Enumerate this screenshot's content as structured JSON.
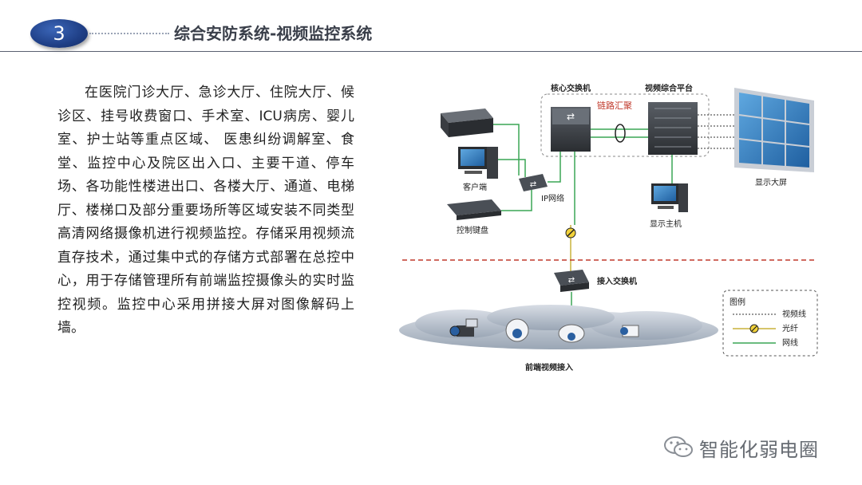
{
  "header": {
    "number": "3",
    "title": "综合安防系统-视频监控系统"
  },
  "body_text": "在医院门诊大厅、急诊大厅、住院大厅、候诊区、挂号收费窗口、手术室、ICU病房、婴儿室、护士站等重点区域、 医患纠纷调解室、食堂、监控中心及院区出入口、主要干道、停车场、各功能性楼进出口、各楼大厅、通道、电梯厅、楼梯口及部分重要场所等区域安装不同类型高清网络摄像机进行视频监控。存储采用视频流直存技术，通过集中式的存储方式部署在总控中心，用于存储管理所有前端监控摄像头的实时监控视频。监控中心采用拼接大屏对图像解码上墙。",
  "diagram": {
    "core_switch": "核心交换机",
    "platform": "视频综合平台",
    "link_aggregation": "链路汇聚",
    "display_wall": "显示大屏",
    "client": "客户端",
    "ip_network": "IP网络",
    "control_keyboard": "控制键盘",
    "display_host": "显示主机",
    "access_switch": "接入交换机",
    "front_end": "前端视频接入",
    "legend": {
      "title": "图例",
      "video_line": "视频线",
      "fiber": "光纤",
      "network_line": "网线"
    },
    "colors": {
      "network_line": "#3aa655",
      "fiber": "#c9b23a",
      "video_line": "#333333",
      "divider": "#c0392b"
    }
  },
  "watermark": {
    "text": "智能化弱电圈"
  }
}
